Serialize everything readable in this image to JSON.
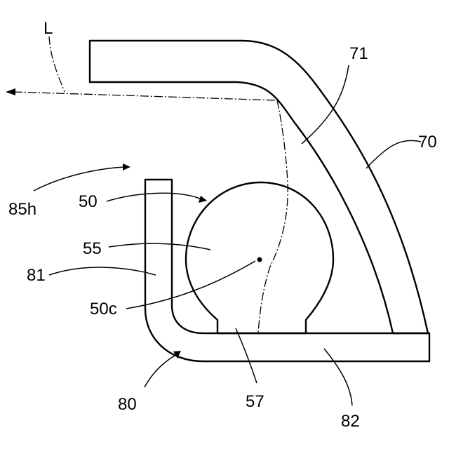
{
  "labels": {
    "axis_L": "L",
    "part_71": "71",
    "part_70": "70",
    "part_85h": "85h",
    "part_50": "50",
    "part_55": "55",
    "part_81": "81",
    "part_50c": "50c",
    "part_80": "80",
    "part_57": "57",
    "part_82": "82"
  }
}
